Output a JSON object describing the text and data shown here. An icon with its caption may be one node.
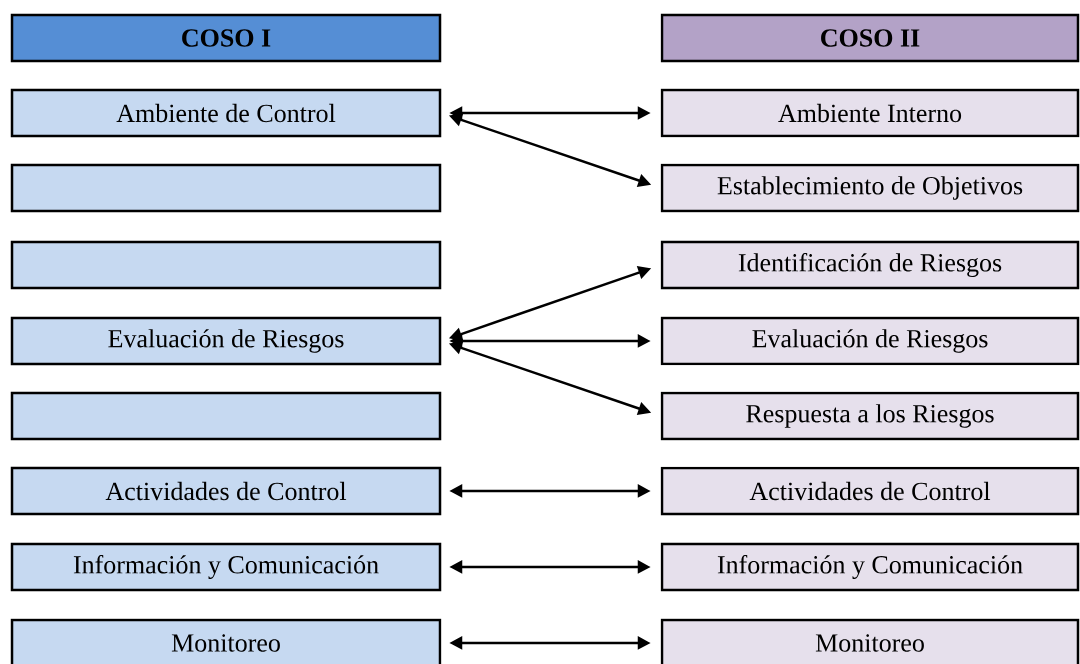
{
  "diagram": {
    "nodes": [
      {
        "text": [
          "COSO I"
        ]
      },
      {
        "text": [
          "Ambiente de Control"
        ]
      },
      {
        "text": [],
        "shape": "box"
      },
      {
        "text": [],
        "shape": "box"
      },
      {
        "text": [
          "Evaluación de Riesgos"
        ]
      },
      {
        "text": [],
        "shape": "box"
      },
      {
        "text": [
          "Actividades de Control"
        ]
      },
      {
        "text": [
          "Información y Comunicación"
        ]
      },
      {
        "text": [
          "Monitoreo"
        ]
      },
      {
        "text": [
          "COSO II"
        ]
      },
      {
        "text": [
          "Ambiente Interno"
        ]
      },
      {
        "text": [
          "Establecimiento de Objetivos"
        ]
      },
      {
        "text": [
          "Identificación de Riesgos"
        ]
      },
      {
        "text": [
          "Evaluación de Riesgos"
        ]
      },
      {
        "text": [
          "Respuesta a los Riesgos"
        ]
      },
      {
        "text": [
          "Actividades de Control"
        ]
      },
      {
        "text": [
          "Información y Comunicación"
        ]
      },
      {
        "text": [
          "Monitoreo"
        ]
      }
    ],
    "edges": [
      {
        "from": 1,
        "to": 10,
        "arrow": "both"
      },
      {
        "from": 1,
        "to": 11,
        "arrow": "both"
      },
      {
        "from": 4,
        "to": 12,
        "arrow": "both"
      },
      {
        "from": 4,
        "to": 13,
        "arrow": "both"
      },
      {
        "from": 4,
        "to": 14,
        "arrow": "both"
      },
      {
        "from": 6,
        "to": 15,
        "arrow": "both"
      },
      {
        "from": 7,
        "to": 16,
        "arrow": "both"
      },
      {
        "from": 8,
        "to": 17,
        "arrow": "both"
      }
    ]
  }
}
